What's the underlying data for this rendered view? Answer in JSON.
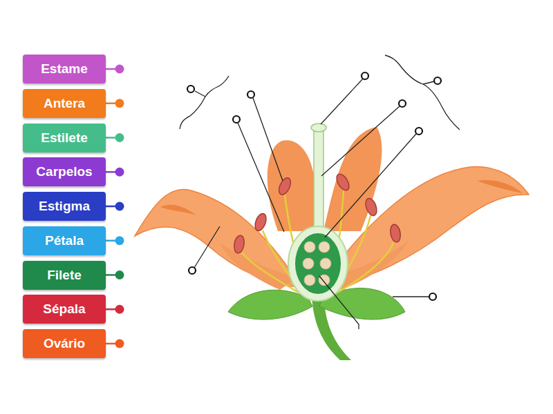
{
  "diagram": {
    "nodes": [
      {
        "text": [
          "Estame"
        ]
      },
      {
        "text": [
          "Antera"
        ]
      },
      {
        "text": [
          "Estilete"
        ]
      },
      {
        "text": [
          "Carpelos"
        ]
      },
      {
        "text": [
          "Estigma"
        ]
      },
      {
        "text": [
          "Pétala"
        ]
      },
      {
        "text": [
          "Filete"
        ]
      },
      {
        "text": [
          "Sépala"
        ]
      },
      {
        "text": [
          "Ovário"
        ]
      }
    ]
  }
}
